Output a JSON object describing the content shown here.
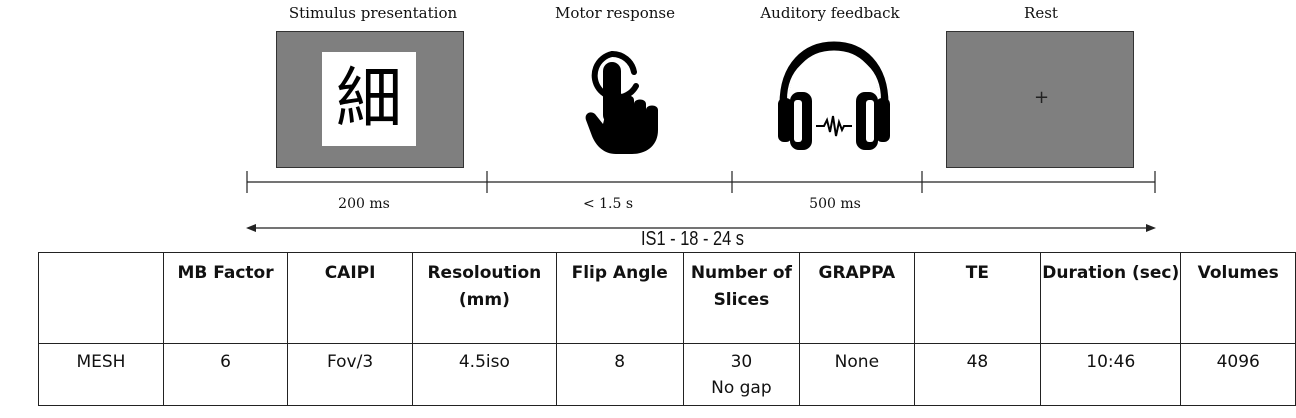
{
  "stages": [
    {
      "label": "Stimulus presentation",
      "stimulus_char": "細",
      "icon": "kanji-stimulus"
    },
    {
      "label": "Motor response",
      "icon": "finger-press-icon"
    },
    {
      "label": "Auditory feedback",
      "icon": "headphones-icon"
    },
    {
      "label": "Rest",
      "fixation": "+"
    }
  ],
  "durations": [
    "200 ms",
    "< 1.5 s",
    "500 ms"
  ],
  "isi_label": "IS1 - 18 - 24 s",
  "table": {
    "headers": [
      "",
      "MB Factor",
      "CAIPI",
      "Resoloution (mm)",
      "Flip Angle",
      "Number of Slices",
      "GRAPPA",
      "TE",
      "Duration (sec)",
      "Volumes"
    ],
    "row": [
      "MESH",
      "6",
      "Fov/3",
      "4.5iso",
      "8",
      "30\nNo gap",
      "None",
      "48",
      "10:46",
      "4096"
    ]
  },
  "colors": {
    "stimulus_bg": "#7f7f7f",
    "rest_bg": "#7f7f7f",
    "ink": "#000000"
  }
}
